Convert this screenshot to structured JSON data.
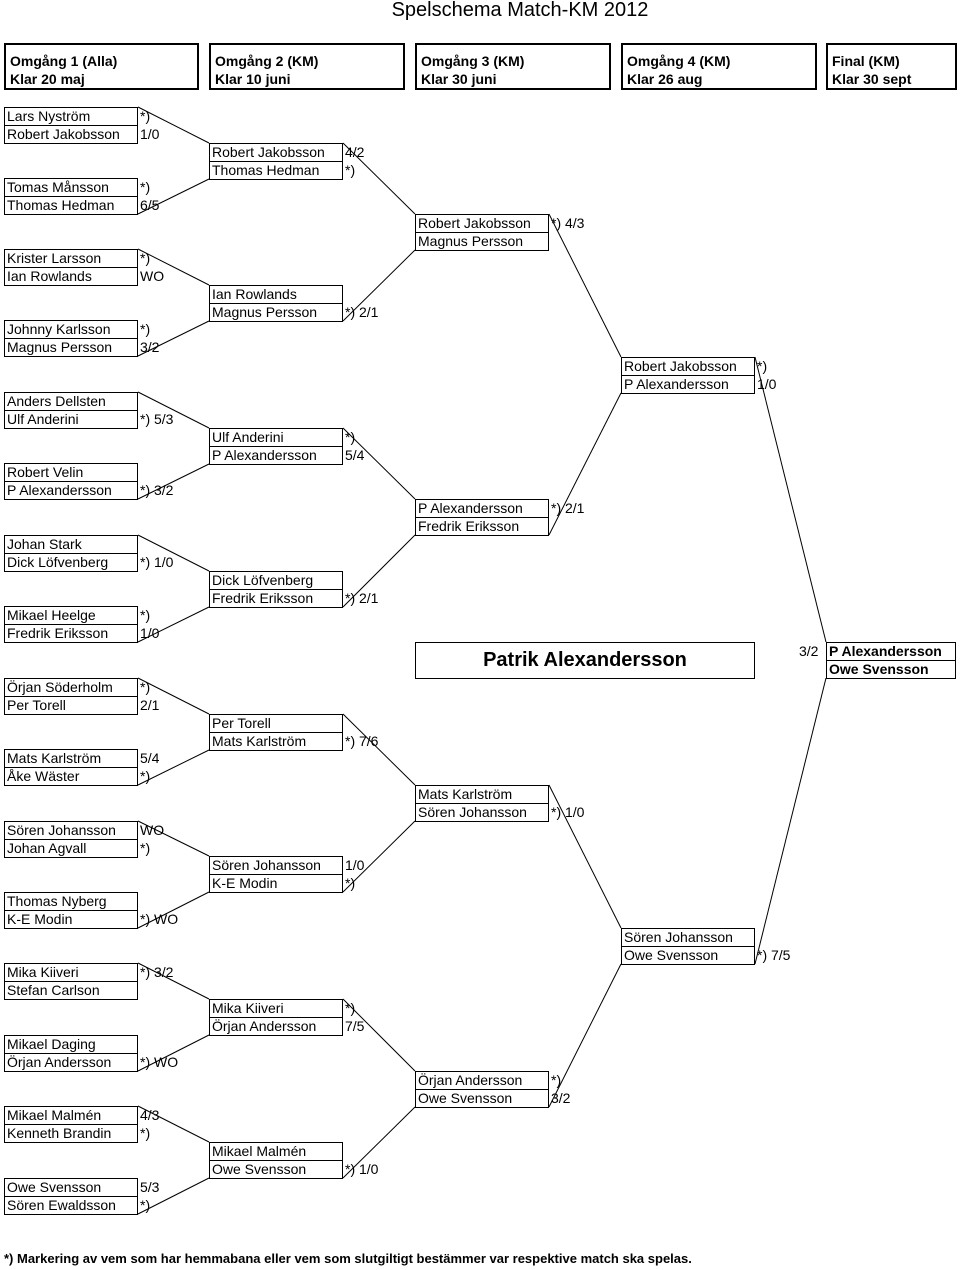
{
  "title": "Spelschema Match-KM 2012",
  "rounds": [
    {
      "name": "Omgång 1 (Alla)",
      "deadline": "Klar 20 maj"
    },
    {
      "name": "Omgång 2 (KM)",
      "deadline": "Klar 10 juni"
    },
    {
      "name": "Omgång 3 (KM)",
      "deadline": "Klar 30 juni"
    },
    {
      "name": "Omgång 4 (KM)",
      "deadline": "Klar 26 aug"
    },
    {
      "name": "Final (KM)",
      "deadline": "Klar 30 sept"
    }
  ],
  "round1": [
    [
      {
        "name": "Lars Nyström",
        "result": "*)"
      },
      {
        "name": "Robert Jakobsson",
        "result": "1/0"
      }
    ],
    [
      {
        "name": "Tomas Månsson",
        "result": "*)"
      },
      {
        "name": "Thomas Hedman",
        "result": "6/5"
      }
    ],
    [
      {
        "name": "Krister Larsson",
        "result": "*)"
      },
      {
        "name": "Ian Rowlands",
        "result": "WO"
      }
    ],
    [
      {
        "name": "Johnny Karlsson",
        "result": "*)"
      },
      {
        "name": "Magnus Persson",
        "result": "3/2"
      }
    ],
    [
      {
        "name": "Anders Dellsten"
      },
      {
        "name": "Ulf Anderini",
        "result": "*) 5/3"
      }
    ],
    [
      {
        "name": "Robert Velin"
      },
      {
        "name": "P Alexandersson",
        "result": "*) 3/2"
      }
    ],
    [
      {
        "name": "Johan Stark"
      },
      {
        "name": "Dick Löfvenberg",
        "result": "*) 1/0"
      }
    ],
    [
      {
        "name": "Mikael Heelge",
        "result": "*)"
      },
      {
        "name": "Fredrik Eriksson",
        "result": "1/0"
      }
    ],
    [
      {
        "name": "Örjan Söderholm",
        "result": "*)"
      },
      {
        "name": "Per Torell",
        "result": "2/1"
      }
    ],
    [
      {
        "name": "Mats Karlström",
        "result": "5/4"
      },
      {
        "name": "Åke Wäster",
        "result": "*)"
      }
    ],
    [
      {
        "name": "Sören Johansson",
        "result": "WO"
      },
      {
        "name": "Johan Agvall",
        "result": "*)"
      }
    ],
    [
      {
        "name": "Thomas Nyberg"
      },
      {
        "name": "K-E Modin",
        "result": "*) WO"
      }
    ],
    [
      {
        "name": "Mika Kiiveri",
        "result": "*) 3/2"
      },
      {
        "name": "Stefan Carlson"
      }
    ],
    [
      {
        "name": "Mikael Daging"
      },
      {
        "name": "Örjan Andersson",
        "result": "*) WO"
      }
    ],
    [
      {
        "name": "Mikael Malmén",
        "result": "4/3"
      },
      {
        "name": "Kenneth Brandin",
        "result": "*)"
      }
    ],
    [
      {
        "name": "Owe Svensson",
        "result": "5/3"
      },
      {
        "name": "Sören Ewaldsson",
        "result": "*)"
      }
    ]
  ],
  "round2": [
    [
      {
        "name": "Robert Jakobsson",
        "result": "4/2"
      },
      {
        "name": "Thomas Hedman",
        "result": "*)"
      }
    ],
    [
      {
        "name": "Ian Rowlands"
      },
      {
        "name": "Magnus Persson",
        "result": "*) 2/1"
      }
    ],
    [
      {
        "name": "Ulf Anderini",
        "result": "*)"
      },
      {
        "name": "P Alexandersson",
        "result": "5/4"
      }
    ],
    [
      {
        "name": "Dick Löfvenberg"
      },
      {
        "name": "Fredrik Eriksson",
        "result": "*) 2/1"
      }
    ],
    [
      {
        "name": "Per Torell"
      },
      {
        "name": "Mats Karlström",
        "result": "*) 7/6"
      }
    ],
    [
      {
        "name": "Sören Johansson",
        "result": "1/0"
      },
      {
        "name": "K-E Modin",
        "result": "*)"
      }
    ],
    [
      {
        "name": "Mika Kiiveri",
        "result": "*)"
      },
      {
        "name": "Örjan Andersson",
        "result": "7/5"
      }
    ],
    [
      {
        "name": "Mikael Malmén"
      },
      {
        "name": "Owe Svensson",
        "result": "*) 1/0"
      }
    ]
  ],
  "round3": [
    [
      {
        "name": "Robert Jakobsson",
        "result": "*) 4/3"
      },
      {
        "name": "Magnus Persson"
      }
    ],
    [
      {
        "name": "P Alexandersson",
        "result": "*) 2/1"
      },
      {
        "name": "Fredrik Eriksson"
      }
    ],
    [
      {
        "name": "Mats Karlström"
      },
      {
        "name": "Sören Johansson",
        "result": "*) 1/0"
      }
    ],
    [
      {
        "name": "Örjan Andersson",
        "result": "*)"
      },
      {
        "name": "Owe Svensson",
        "result": "3/2"
      }
    ]
  ],
  "round4": [
    [
      {
        "name": "Robert Jakobsson",
        "result": "*)"
      },
      {
        "name": "P Alexandersson",
        "result": "1/0"
      }
    ],
    [
      {
        "name": "Sören Johansson"
      },
      {
        "name": "Owe Svensson",
        "result": "*) 7/5"
      }
    ]
  ],
  "final": [
    {
      "name": "P Alexandersson",
      "result": "3/2"
    },
    {
      "name": "Owe Svensson"
    }
  ],
  "champion": "Patrik Alexandersson",
  "footnote": "*) Markering av vem som har hemmabana eller vem som slutgiltigt bestämmer var respektive match ska spelas."
}
